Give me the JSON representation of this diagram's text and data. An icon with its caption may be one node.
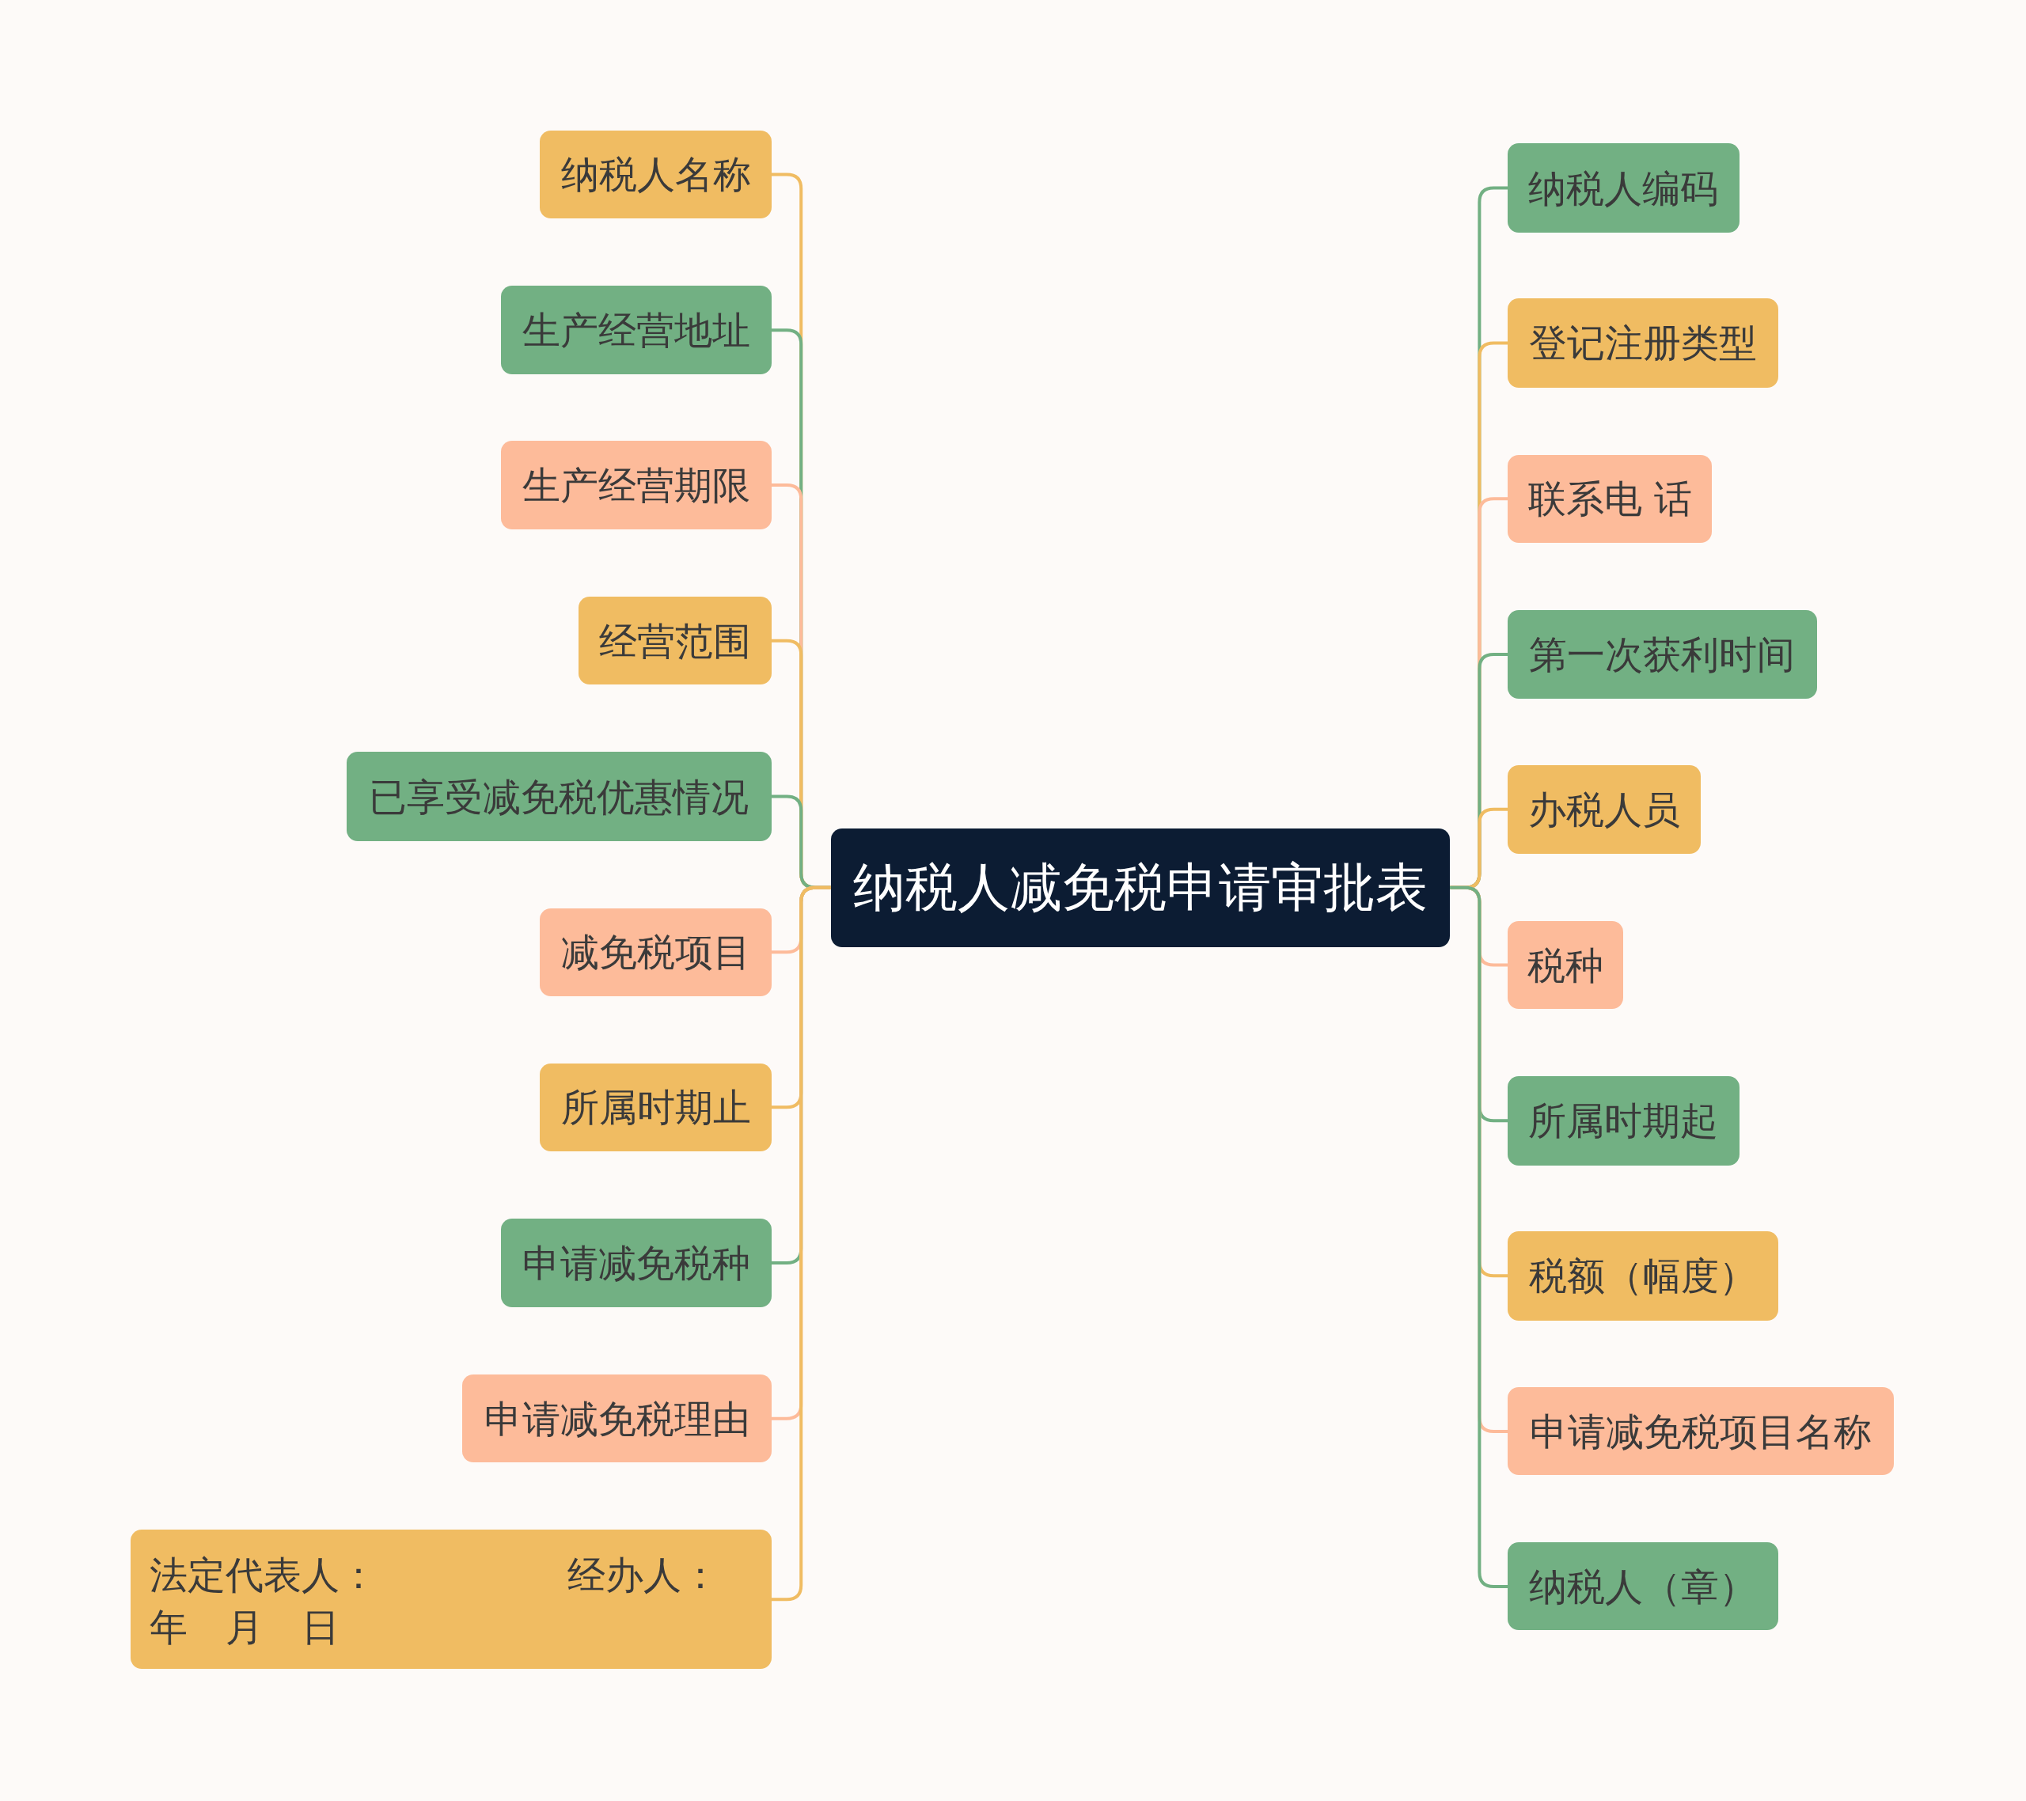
{
  "diagram": {
    "nodes": [
      {
        "text": [
          "纳税人减免税申请审批表"
        ]
      },
      {
        "text": [
          "纳税人名称"
        ]
      },
      {
        "text": [
          "生产经营地址"
        ]
      },
      {
        "text": [
          "生产经营期限"
        ]
      },
      {
        "text": [
          "经营范围"
        ]
      },
      {
        "text": [
          "已享受减免税优惠情况"
        ]
      },
      {
        "text": [
          "减免税项目"
        ]
      },
      {
        "text": [
          "所属时期止"
        ]
      },
      {
        "text": [
          "申请减免税种"
        ]
      },
      {
        "text": [
          "申请减免税理由"
        ]
      },
      {
        "text": [
          "法定代表人：　　　　　经办人：年　月　日"
        ]
      },
      {
        "text": [
          "纳税人编码"
        ]
      },
      {
        "text": [
          "登记注册类型"
        ]
      },
      {
        "text": [
          "联系电 话"
        ]
      },
      {
        "text": [
          "第一次获利时间"
        ]
      },
      {
        "text": [
          "办税人员"
        ]
      },
      {
        "text": [
          "税种"
        ]
      },
      {
        "text": [
          "所属时期起"
        ]
      },
      {
        "text": [
          "税额（幅度）"
        ]
      },
      {
        "text": [
          "申请减免税项目名称"
        ]
      },
      {
        "text": [
          "纳税人（章）"
        ]
      }
    ],
    "edges": [
      {
        "from": 0,
        "to": 1,
        "arrow": "none",
        "color": "#f0bc62"
      },
      {
        "from": 0,
        "to": 2,
        "arrow": "none",
        "color": "#72b083"
      },
      {
        "from": 0,
        "to": 3,
        "arrow": "none",
        "color": "#fdbb9a"
      },
      {
        "from": 0,
        "to": 4,
        "arrow": "none",
        "color": "#f0bc62"
      },
      {
        "from": 0,
        "to": 5,
        "arrow": "none",
        "color": "#72b083"
      },
      {
        "from": 0,
        "to": 6,
        "arrow": "none",
        "color": "#fdbb9a"
      },
      {
        "from": 0,
        "to": 7,
        "arrow": "none",
        "color": "#f0bc62"
      },
      {
        "from": 0,
        "to": 8,
        "arrow": "none",
        "color": "#72b083"
      },
      {
        "from": 0,
        "to": 9,
        "arrow": "none",
        "color": "#fdbb9a"
      },
      {
        "from": 0,
        "to": 10,
        "arrow": "none",
        "color": "#f0bc62"
      },
      {
        "from": 0,
        "to": 11,
        "arrow": "none",
        "color": "#72b083"
      },
      {
        "from": 0,
        "to": 12,
        "arrow": "none",
        "color": "#f0bc62"
      },
      {
        "from": 0,
        "to": 13,
        "arrow": "none",
        "color": "#fdbb9a"
      },
      {
        "from": 0,
        "to": 14,
        "arrow": "none",
        "color": "#72b083"
      },
      {
        "from": 0,
        "to": 15,
        "arrow": "none",
        "color": "#f0bc62"
      },
      {
        "from": 0,
        "to": 16,
        "arrow": "none",
        "color": "#fdbb9a"
      },
      {
        "from": 0,
        "to": 17,
        "arrow": "none",
        "color": "#72b083"
      },
      {
        "from": 0,
        "to": 18,
        "arrow": "none",
        "color": "#f0bc62"
      },
      {
        "from": 0,
        "to": 19,
        "arrow": "none",
        "color": "#fdbb9a"
      },
      {
        "from": 0,
        "to": 20,
        "arrow": "none",
        "color": "#72b083"
      }
    ]
  }
}
